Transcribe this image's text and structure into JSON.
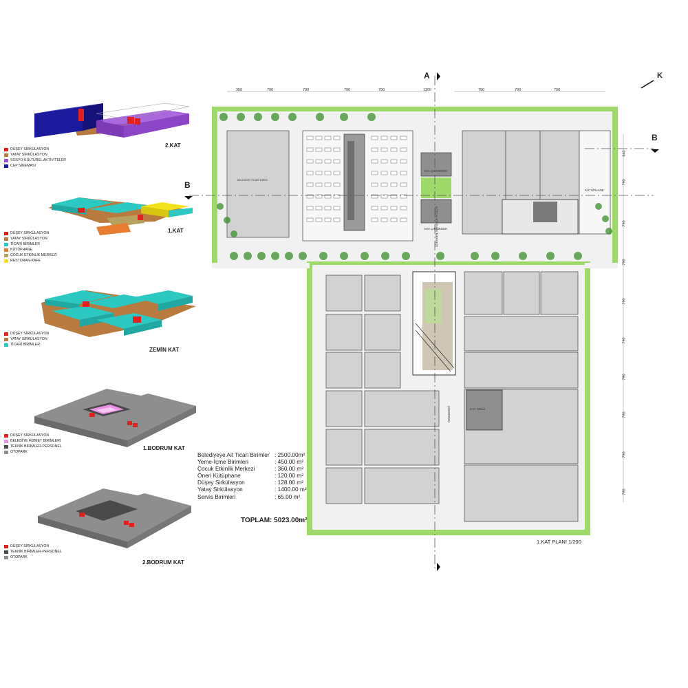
{
  "colors": {
    "red": "#e32020",
    "brown": "#b87a3e",
    "purple": "#9a4fd6",
    "navy": "#1c1a9c",
    "cyan": "#2cc9c2",
    "orange": "#e87d31",
    "olive": "#b7a15e",
    "yellow": "#f3e21b",
    "pink": "#e993e6",
    "darkgray": "#4a4a4a",
    "gray": "#8e8e8e",
    "green": "#9fd96a",
    "plangray": "#d2d2d2"
  },
  "floors": {
    "kat2": {
      "title": "2.KAT",
      "legend": [
        "DÜŞEY SİRKÜLASYON",
        "YATAY SİRKÜLASYON",
        "SOSYO-KÜLTÜREL AKTİVİTELER",
        "CEP SİNEMASI"
      ]
    },
    "kat1": {
      "title": "1.KAT",
      "legend": [
        "DÜŞEY SİRKÜLASYON",
        "YATAY SİRKÜLASYON",
        "TİCARİ BİRİMLER",
        "KÜTÜPHANE",
        "ÇOCUK ETKİNLİK MERKEZİ",
        "RESTORAN-KAFE"
      ]
    },
    "zemin": {
      "title": "ZEMİN KAT",
      "legend": [
        "DÜŞEY SİRKÜLASYON",
        "YATAY SİRKÜLASYON",
        "TİCARİ BİRİMLER"
      ]
    },
    "bodrum1": {
      "title": "1.BODRUM KAT",
      "legend": [
        "DÜŞEY SİRKÜLASYON",
        "BELEDİYE HİZMET BİRİMLERİ",
        "TEKNİK BİRİMLER-PERSONEL",
        "OTOPARK"
      ]
    },
    "bodrum2": {
      "title": "2.BODRUM KAT",
      "legend": [
        "DÜŞEY SİRKÜLASYON",
        "TEKNİK BİRİMLER-PERSONEL",
        "OTOPARK"
      ]
    }
  },
  "plan": {
    "title": "1.KAT PLANI  1/200",
    "section_a": "A",
    "section_b": "B",
    "north": "K",
    "top_dims": [
      "350",
      "790",
      "790",
      "790",
      "790",
      "1300",
      "790",
      "790",
      "790"
    ],
    "right_dims": [
      "640",
      "790",
      "790",
      "790",
      "790",
      "790",
      "790",
      "790",
      "790",
      "790"
    ],
    "labels": {
      "asa_cikrikdek_1": "ASA ÇIKRIKDEK",
      "asa_cikrikdek_2": "ASA ÇIKRIKDEK",
      "cocuk": "ÇOCUK ETKİNLİK MERKEZİ",
      "cikrikdek": "ÇIKRIKDEK",
      "kutuphane": "KÜTÜPHANE",
      "kat_holu": "KAT HOLÜ",
      "ticari": "BELEDİYE TİCARİ BİRİM"
    }
  },
  "areas": [
    {
      "label": "Belediyeye Ait Ticari Birimler",
      "value": ": 2500.00m²"
    },
    {
      "label": "Yeme-İçme Birimleri",
      "value": ": 450.00 m²"
    },
    {
      "label": "Çocuk Etkinlik Merkezi",
      "value": ": 360.00 m²"
    },
    {
      "label": "Öneri Kütüphane",
      "value": ": 120.00 m²"
    },
    {
      "label": "Düşey Sirkülasyon",
      "value": ": 128.00 m²"
    },
    {
      "label": "Yatay Sirkülasyon",
      "value": ": 1400.00 m²"
    },
    {
      "label": "Servis Birimleri",
      "value": ": 65.00 m²"
    }
  ],
  "total": "TOPLAM: 5023.00m²"
}
